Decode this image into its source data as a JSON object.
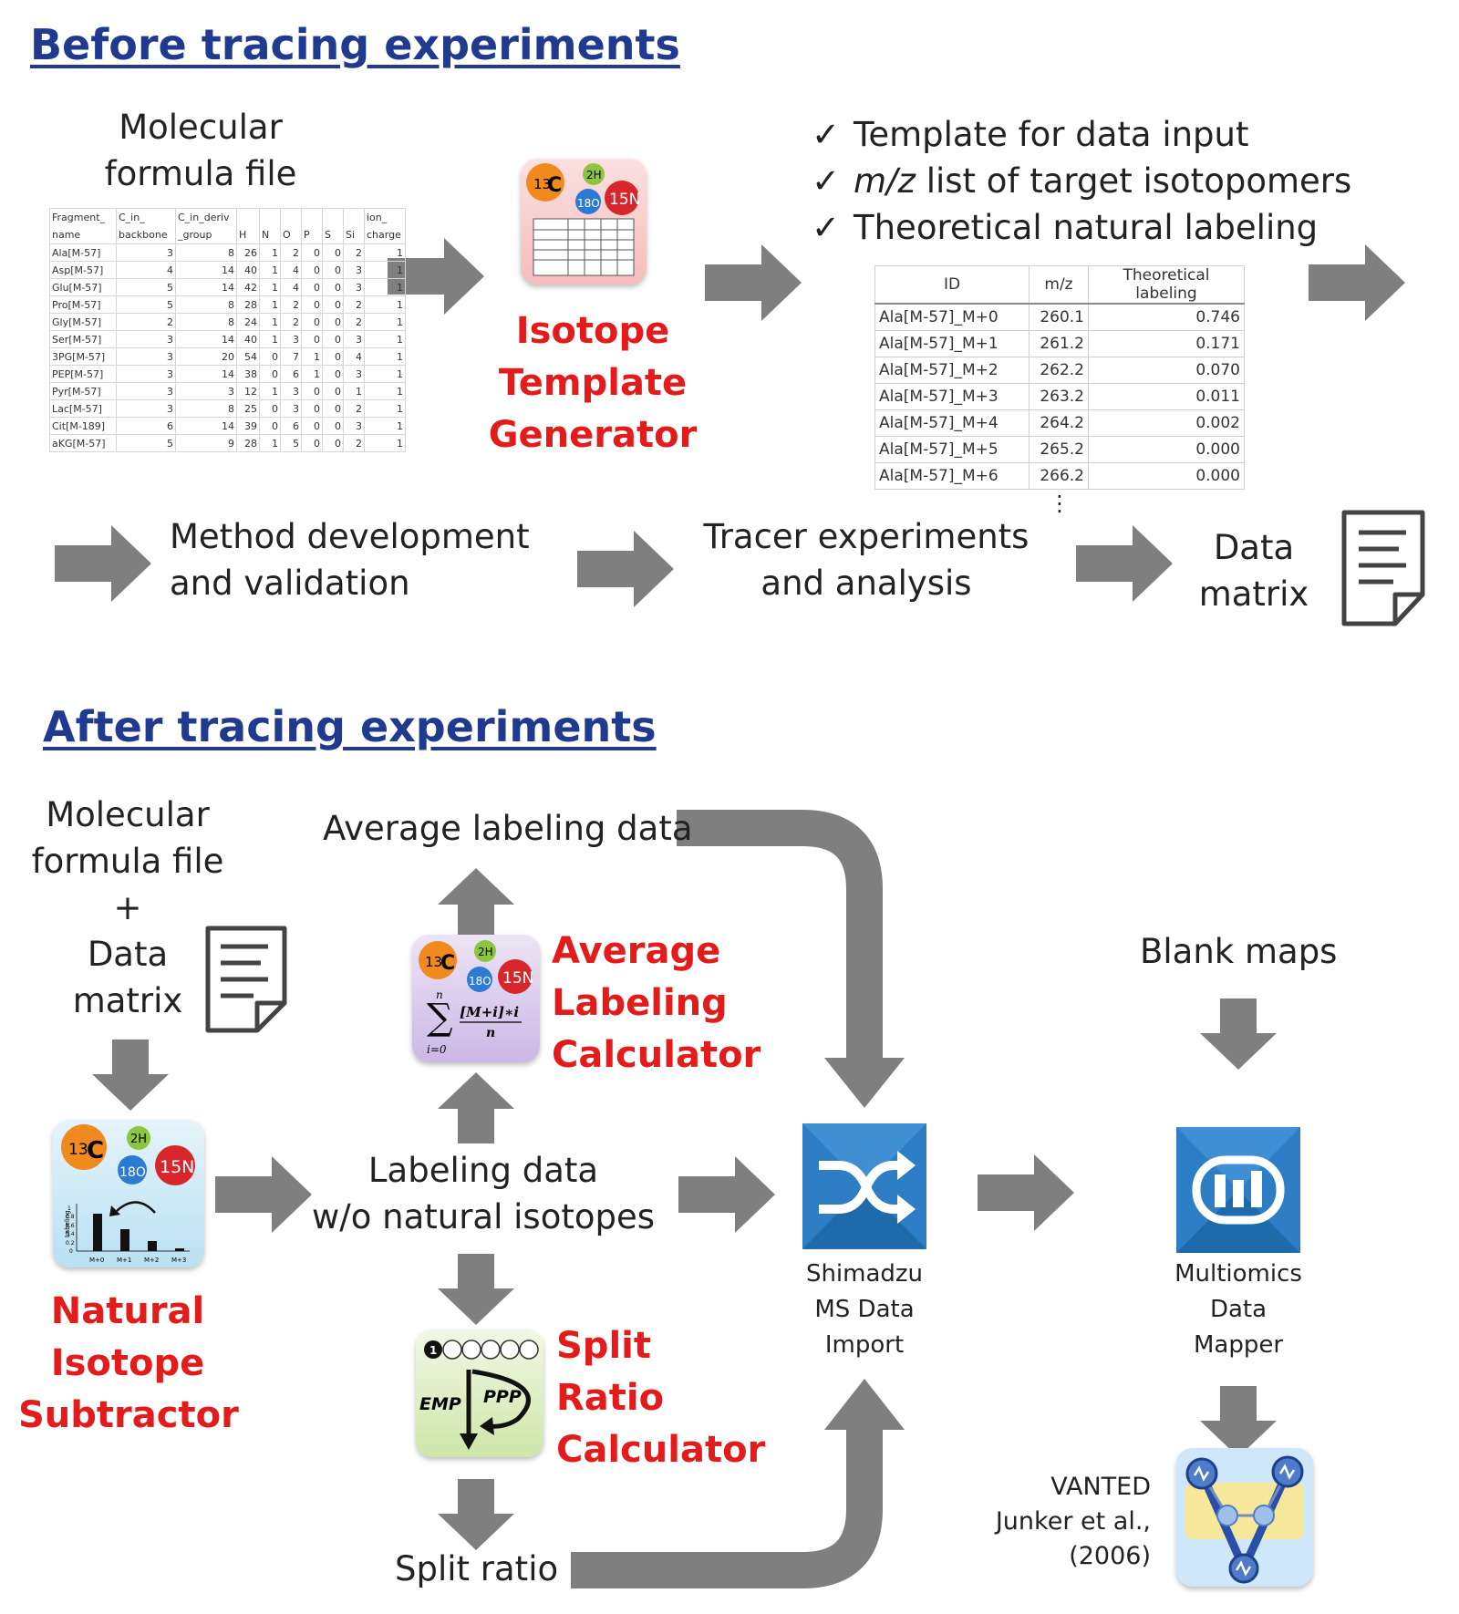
{
  "before": {
    "heading": "Before tracing experiments",
    "molecular_formula_label": [
      "Molecular",
      "formula file"
    ],
    "formula_table": {
      "headers": [
        [
          "Fragment_",
          "name"
        ],
        [
          "C_in_",
          "backbone"
        ],
        [
          "C_in_deriv",
          "_group"
        ],
        [
          "H"
        ],
        [
          "N"
        ],
        [
          "O"
        ],
        [
          "P"
        ],
        [
          "S"
        ],
        [
          "Si"
        ],
        [
          "ion_",
          "charge"
        ]
      ],
      "rows": [
        [
          "Ala[M-57]",
          "3",
          "8",
          "26",
          "1",
          "2",
          "0",
          "0",
          "2",
          "1"
        ],
        [
          "Asp[M-57]",
          "4",
          "14",
          "40",
          "1",
          "4",
          "0",
          "0",
          "3",
          "1"
        ],
        [
          "Glu[M-57]",
          "5",
          "14",
          "42",
          "1",
          "4",
          "0",
          "0",
          "3",
          "1"
        ],
        [
          "Pro[M-57]",
          "5",
          "8",
          "28",
          "1",
          "2",
          "0",
          "0",
          "2",
          "1"
        ],
        [
          "Gly[M-57]",
          "2",
          "8",
          "24",
          "1",
          "2",
          "0",
          "0",
          "2",
          "1"
        ],
        [
          "Ser[M-57]",
          "3",
          "14",
          "40",
          "1",
          "3",
          "0",
          "0",
          "3",
          "1"
        ],
        [
          "3PG[M-57]",
          "3",
          "20",
          "54",
          "0",
          "7",
          "1",
          "0",
          "4",
          "1"
        ],
        [
          "PEP[M-57]",
          "3",
          "14",
          "38",
          "0",
          "6",
          "1",
          "0",
          "3",
          "1"
        ],
        [
          "Pyr[M-57]",
          "3",
          "3",
          "12",
          "1",
          "3",
          "0",
          "0",
          "1",
          "1"
        ],
        [
          "Lac[M-57]",
          "3",
          "8",
          "25",
          "0",
          "3",
          "0",
          "0",
          "2",
          "1"
        ],
        [
          "Cit[M-189]",
          "6",
          "14",
          "39",
          "0",
          "6",
          "0",
          "0",
          "3",
          "1"
        ],
        [
          "aKG[M-57]",
          "5",
          "9",
          "28",
          "1",
          "5",
          "0",
          "0",
          "2",
          "1"
        ]
      ]
    },
    "isotope_template_generator": [
      "Isotope",
      "Template",
      "Generator"
    ],
    "outputs": [
      {
        "check": "✓",
        "parts": [
          {
            "text": "Template for data input",
            "italic": false
          }
        ]
      },
      {
        "check": "✓",
        "parts": [
          {
            "text": "m/z",
            "italic": true
          },
          {
            "text": " list of target isotopomers",
            "italic": false
          }
        ]
      },
      {
        "check": "✓",
        "parts": [
          {
            "text": "Theoretical natural labeling",
            "italic": false
          }
        ]
      }
    ],
    "theory_table": {
      "headers": [
        "ID",
        "m/z",
        "Theoretical labeling"
      ],
      "rows": [
        [
          "Ala[M-57]_M+0",
          "260.1",
          "0.746"
        ],
        [
          "Ala[M-57]_M+1",
          "261.2",
          "0.171"
        ],
        [
          "Ala[M-57]_M+2",
          "262.2",
          "0.070"
        ],
        [
          "Ala[M-57]_M+3",
          "263.2",
          "0.011"
        ],
        [
          "Ala[M-57]_M+4",
          "264.2",
          "0.002"
        ],
        [
          "Ala[M-57]_M+5",
          "265.2",
          "0.000"
        ],
        [
          "Ala[M-57]_M+6",
          "266.2",
          "0.000"
        ]
      ],
      "ellipsis": "⋮"
    },
    "method_dev": [
      "Method development",
      "and validation"
    ],
    "tracer_exp": [
      "Tracer experiments",
      "and analysis"
    ],
    "data_matrix": [
      "Data",
      "matrix"
    ]
  },
  "after": {
    "heading": "After tracing experiments",
    "inputs": [
      "Molecular",
      "formula file",
      "+",
      "Data",
      "matrix"
    ],
    "average_labeling_data": "Average labeling data",
    "average_labeling_calculator": [
      "Average",
      "Labeling",
      "Calculator"
    ],
    "natural_isotope_subtractor": [
      "Natural",
      "Isotope",
      "Subtractor"
    ],
    "labeling_data": [
      "Labeling data",
      "w/o natural isotopes"
    ],
    "split_ratio_calculator": [
      "Split",
      "Ratio",
      "Calculator"
    ],
    "split_ratio": "Split ratio",
    "shimadzu": [
      "Shimadzu",
      "MS Data",
      "Import"
    ],
    "blank_maps": "Blank maps",
    "multiomics": [
      "Multiomics",
      "Data",
      "Mapper"
    ],
    "vanted": [
      "VANTED",
      "Junker et al.,",
      "(2006)"
    ]
  },
  "icon_text": {
    "c13": [
      "13",
      "C"
    ],
    "h2": [
      "2",
      "H"
    ],
    "o18": [
      "18",
      "O"
    ],
    "n15": [
      "15",
      "N"
    ],
    "formula_num": "[M+i]∗i",
    "formula_den": "n",
    "sum_top": "n",
    "sum_bot": "i=0",
    "nis_axis": [
      "M+0",
      "M+1",
      "M+2",
      "M+3"
    ],
    "nis_ylabel": "Labeling",
    "nis_ticks": [
      "1",
      "0.8",
      "0.6",
      "0.4",
      "0.2",
      "0"
    ],
    "emp": "EMP",
    "ppp": "PPP",
    "one": "1"
  },
  "colors": {
    "heading": "#1f3a8f",
    "tool_name": "#e31b1b",
    "arrow": "#7f7f7f",
    "carbon_ball": "#f08a1e",
    "hydrogen_ball": "#8cc63f",
    "oxygen_ball": "#2a7bd1",
    "nitrogen_ball": "#d7262c"
  }
}
